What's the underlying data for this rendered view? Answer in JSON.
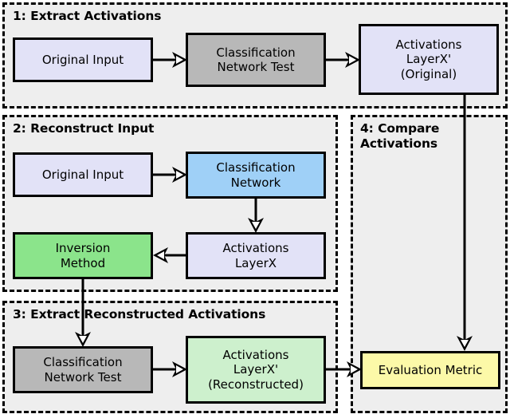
{
  "figure": {
    "title": "Activation-comparison pipeline diagram",
    "background": "#ffffff",
    "panel_fill": "#eeeeee",
    "panel_border": "#000000"
  },
  "sections": [
    {
      "id": "s1",
      "label": "1: Extract Activations"
    },
    {
      "id": "s2",
      "label": "2: Reconstruct Input"
    },
    {
      "id": "s3",
      "label": "3: Extract Reconstructed Activations"
    },
    {
      "id": "s4",
      "label": "4: Compare\nActivations"
    }
  ],
  "nodes": [
    {
      "id": "orig_input_1",
      "label": "Original Input",
      "color": "#e2e2f7"
    },
    {
      "id": "cls_test_1",
      "label": "Classification\nNetwork Test",
      "color": "#b8b8b8"
    },
    {
      "id": "act_orig",
      "label": "Activations\nLayerX'\n(Original)",
      "color": "#e2e2f7"
    },
    {
      "id": "orig_input_2",
      "label": "Original Input",
      "color": "#e2e2f7"
    },
    {
      "id": "cls_net",
      "label": "Classification\nNetwork",
      "color": "#9fd0f7"
    },
    {
      "id": "act_layerx",
      "label": "Activations\nLayerX",
      "color": "#e2e2f7"
    },
    {
      "id": "inversion",
      "label": "Inversion\nMethod",
      "color": "#8be48b"
    },
    {
      "id": "cls_test_3",
      "label": "Classification\nNetwork Test",
      "color": "#b8b8b8"
    },
    {
      "id": "act_recon",
      "label": "Activations\nLayerX'\n(Reconstructed)",
      "color": "#cdf0cd"
    },
    {
      "id": "eval_metric",
      "label": "Evaluation Metric",
      "color": "#fcf9a8"
    }
  ],
  "edges": [
    {
      "from": "orig_input_1",
      "to": "cls_test_1",
      "direction": "right"
    },
    {
      "from": "cls_test_1",
      "to": "act_orig",
      "direction": "right"
    },
    {
      "from": "orig_input_2",
      "to": "cls_net",
      "direction": "right"
    },
    {
      "from": "cls_net",
      "to": "act_layerx",
      "direction": "down"
    },
    {
      "from": "act_layerx",
      "to": "inversion",
      "direction": "left"
    },
    {
      "from": "inversion",
      "to": "cls_test_3",
      "direction": "down"
    },
    {
      "from": "cls_test_3",
      "to": "act_recon",
      "direction": "right"
    },
    {
      "from": "act_recon",
      "to": "eval_metric",
      "direction": "right"
    },
    {
      "from": "act_orig",
      "to": "eval_metric",
      "direction": "down"
    }
  ]
}
